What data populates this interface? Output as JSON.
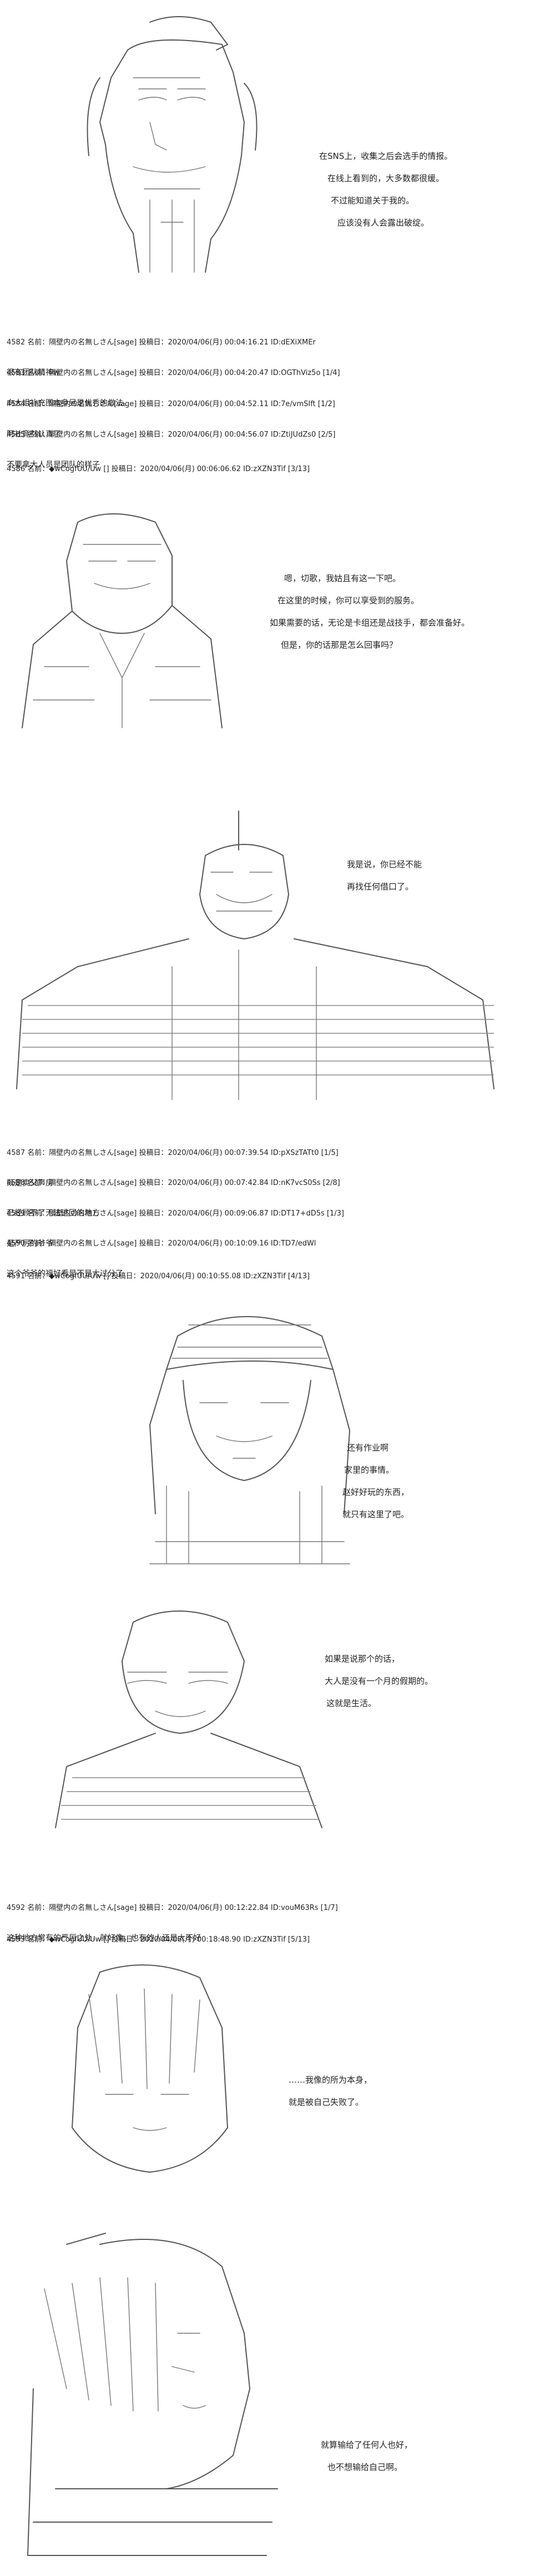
{
  "scene1": {
    "lines": [
      "在SNS上，收集之后会选手的情报。",
      "在线上看到的，大多数都很缓。",
      "不过能知道关于我的。",
      "应该没有人会露出破绽。"
    ]
  },
  "posts_a": [
    {
      "meta": "4582 名前：隔壁内の名無しさん[sage] 投稿日：2020/04/06(月) 00:04:16.21 ID:dEXiXMEr",
      "body": "很有团队精神w"
    },
    {
      "meta": "4583 名前：隔壁内の名無しさん[sage] 投稿日：2020/04/06(月) 00:04:20.47 ID:OGThViz5o [1/4]",
      "body": "向大姐补充图本身另是优秀的做法。"
    },
    {
      "meta": "4584 名前：隔壁内の名無しさん[sage] 投稿日：2020/04/06(月) 00:04:52.11 ID:7e/vmSIft [1/2]",
      "body": "阿社竟然认真了"
    },
    {
      "meta": "4585 名前：隔壁内の名無しさん[sage] 投稿日：2020/04/06(月) 00:04:56.07 ID:ZtiJUdZs0 [2/5]",
      "body": "不要拿大人员是团队的样子"
    },
    {
      "meta": "4586 名前：◆wCogfUU/Uw [] 投稿日：2020/04/06(月) 00:06:06.62 ID:zXZN3Tif [3/13]",
      "body": ""
    }
  ],
  "scene2": {
    "lines": [
      "嗯，切歌，我姑且有这一下吧。",
      "在这里的时候，你可以享受到的服务。",
      "如果需要的话，无论是卡组还是战技手，都会准备好。",
      "但是，你的话那是怎么回事吗？"
    ]
  },
  "scene3": {
    "lines": [
      "我是说，你已经不能",
      "再找任何借口了。"
    ]
  },
  "posts_b": [
    {
      "meta": "4587 名前：隔壁内の名無しさん[sage] 投稿日：2020/04/06(月) 00:07:39.54 ID:pXSzTATt0 [1/5]",
      "body": "既是卖父声房"
    },
    {
      "meta": "4588 名前：隔壁内の名無しさん[sage] 投稿日：2020/04/06(月) 00:07:42.84 ID:nK7vcS0Ss [2/8]",
      "body": "已经顾不了无法逃回的地方"
    },
    {
      "meta": "4589 名前：隔壁内の名無しさん[sage] 投稿日：2020/04/06(月) 00:09:06.87 ID:DT17+dD5s [1/3]",
      "body": "是严厉的爷爷"
    },
    {
      "meta": "4590 名前：隔壁内の名無しさん[sage] 投稿日：2020/04/06(月) 00:10:09.16 ID:TD7/edWl",
      "body": "这个爷爷的福好看是不是大过分了"
    },
    {
      "meta": "4591 名前：◆wCogfUU/Uw [] 投稿日：2020/04/06(月) 00:10:55.08 ID:zXZN3Tif [4/13]",
      "body": ""
    }
  ],
  "scene4": {
    "lines": [
      "还有作业啊",
      "家里的事情。",
      "赵好好玩的东西，",
      "就只有这里了吧。"
    ]
  },
  "scene5": {
    "lines": [
      "如果是说那个的话，",
      "大人是没有一个月的假期的。",
      "这就是生活。"
    ]
  },
  "posts_c": [
    {
      "meta": "4592 名前：隔壁内の名無しさん[sage] 投稿日：2020/04/06(月) 00:12:22.84 ID:vouM63Rs [1/7]",
      "body": "这种地方常有的严厉之处，就好像，也有的人还是大不好"
    },
    {
      "meta": "4593 名前：◆wCogfUU/Uw [] 投稿日：2020/04/06(月) 00:18:48.90 ID:zXZN3Tif [5/13]",
      "body": ""
    }
  ],
  "scene6": {
    "lines": [
      "……我像的所为本身，",
      "就是被自己失败了。"
    ]
  },
  "scene7": {
    "lines": [
      "就算输给了任何人也好，",
      "也不想输给自己啊。"
    ]
  }
}
